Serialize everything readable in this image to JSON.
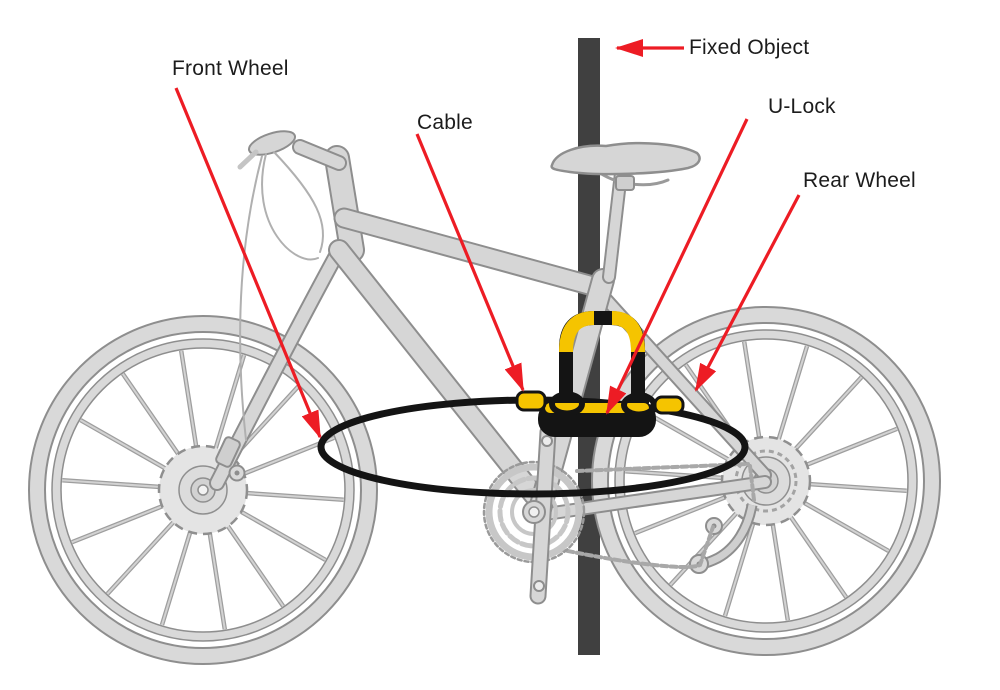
{
  "diagram": {
    "labels": [
      {
        "id": "front-wheel",
        "text": "Front Wheel"
      },
      {
        "id": "cable",
        "text": "Cable"
      },
      {
        "id": "fixed-object",
        "text": "Fixed Object"
      },
      {
        "id": "u-lock",
        "text": "U-Lock"
      },
      {
        "id": "rear-wheel",
        "text": "Rear Wheel"
      }
    ],
    "colors": {
      "annotation_red": "#ed1c24",
      "lock_yellow": "#f5c400",
      "lock_black": "#141414",
      "bike_fill_gray": "#d6d6d6",
      "bike_outline_gray": "#8e8e8e",
      "pole_gray": "#404040",
      "background": "#ffffff",
      "label_text": "#1c1c1c"
    }
  }
}
